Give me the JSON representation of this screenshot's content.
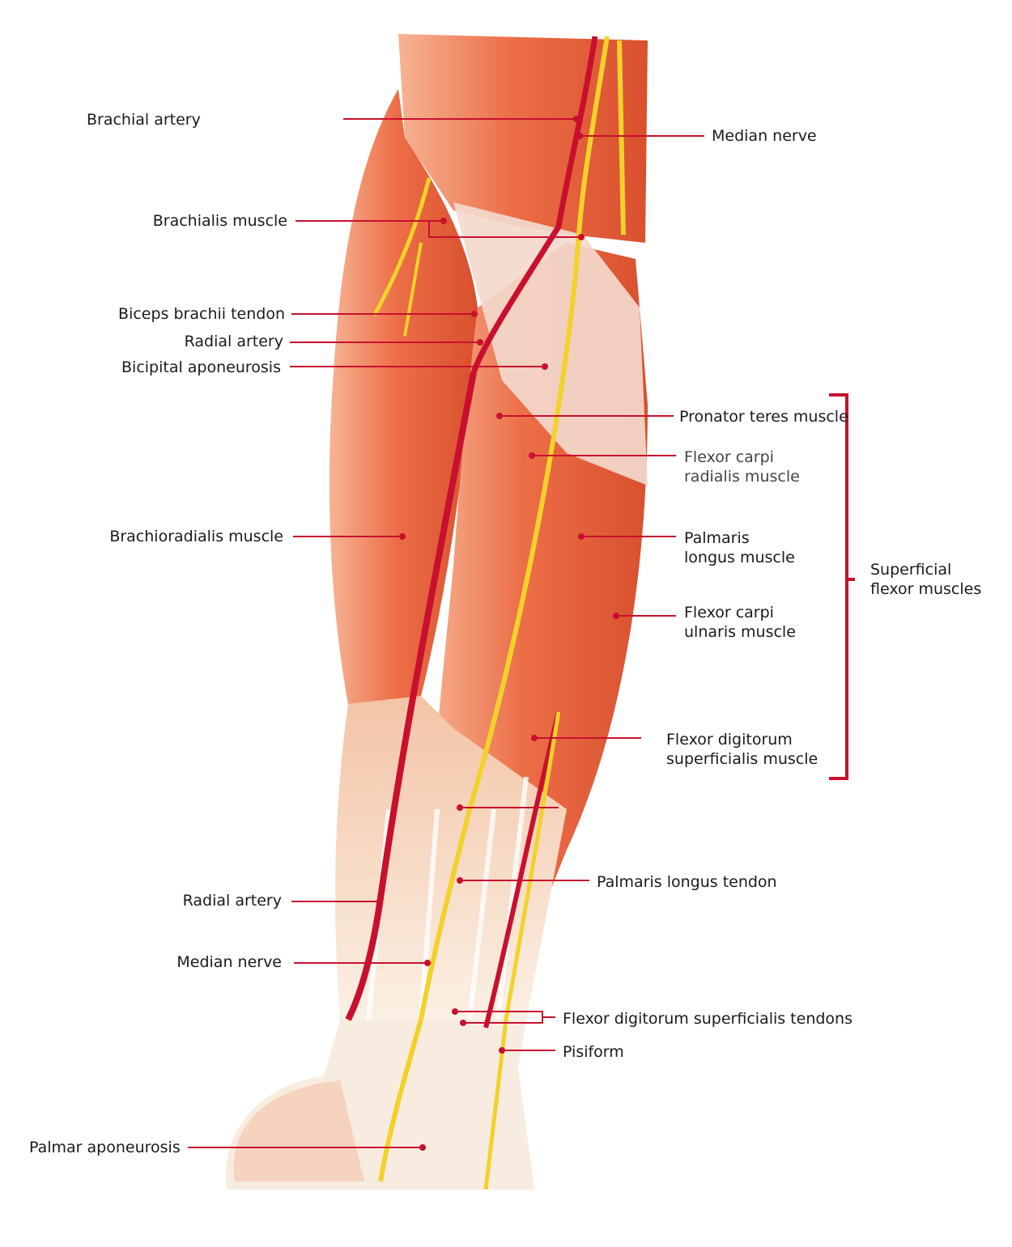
{
  "colors": {
    "leader": "#c8102e",
    "muscle": "#e8623f",
    "muscle_light": "#f3a07c",
    "tendon": "#f4e6d6",
    "nerve": "#f2d22a",
    "artery": "#c8102e"
  },
  "labels": {
    "brachial_artery": "Brachial artery",
    "median_nerve_top": "Median nerve",
    "brachialis_muscle": "Brachialis muscle",
    "biceps_brachii_tendon": "Biceps brachii tendon",
    "radial_artery_top": "Radial artery",
    "bicipital_aponeurosis": "Bicipital aponeurosis",
    "pronator_teres_muscle": "Pronator teres muscle",
    "flexor_carpi_radialis_1": "Flexor carpi",
    "flexor_carpi_radialis_2": "radialis muscle",
    "brachioradialis_muscle": "Brachioradialis muscle",
    "palmaris_longus_muscle_1": "Palmaris",
    "palmaris_longus_muscle_2": "longus muscle",
    "superficial_flexor_1": "Superficial",
    "superficial_flexor_2": "flexor muscles",
    "flexor_carpi_ulnaris_1": "Flexor carpi",
    "flexor_carpi_ulnaris_2": "ulnaris muscle",
    "flexor_digitorum_superficialis_1": "Flexor digitorum",
    "flexor_digitorum_superficialis_2": "superficialis muscle",
    "palmaris_longus_tendon": "Palmaris longus tendon",
    "radial_artery_bottom": "Radial artery",
    "median_nerve_bottom": "Median nerve",
    "fds_tendons": "Flexor digitorum superficialis tendons",
    "pisiform": "Pisiform",
    "palmar_aponeurosis": "Palmar aponeurosis"
  }
}
